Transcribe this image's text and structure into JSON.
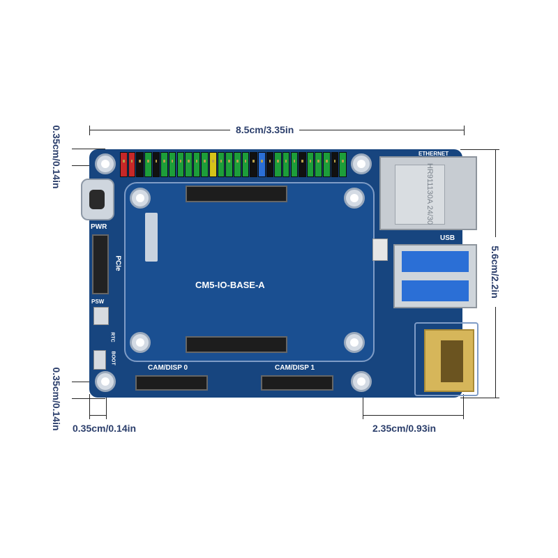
{
  "dimensions": {
    "width": "8.5cm/3.35in",
    "height": "5.6cm/2.2in",
    "top_hole_offset": "0.35cm/0.14in",
    "bottom_hole_offset": "0.35cm/0.14in",
    "left_hole_offset": "0.35cm/0.14in",
    "right_hole_offset": "2.35cm/0.93in"
  },
  "board": {
    "name": "CM5-IO-BASE-A",
    "labels": {
      "ethernet": "ETHERNET",
      "usb": "USB",
      "pwr": "PWR",
      "pcie": "PCIe",
      "psw": "PSW",
      "cam_disp_0": "CAM/DISP 0",
      "cam_disp_1": "CAM/DISP 1",
      "boot": "BOOT",
      "rtc": "RTC"
    },
    "ethernet_jack_text": "HR911130A 24/30",
    "colors": {
      "pcb": "#17457f",
      "header_green": "#1d9e3a",
      "header_red": "#c62828",
      "header_yellow": "#d4c21a",
      "header_blue": "#2b6fd6",
      "header_black": "#111111",
      "usb_blue": "#2b6fd6",
      "hdmi_gold": "#d6b65a",
      "dimension_text": "#2b3e6b"
    },
    "header_pins": [
      "red",
      "red",
      "black",
      "green",
      "black",
      "green",
      "green",
      "green",
      "green",
      "green",
      "green",
      "yellow",
      "green",
      "green",
      "green",
      "green",
      "black",
      "blue",
      "black",
      "green",
      "green",
      "green",
      "black",
      "green",
      "green",
      "green",
      "black",
      "green"
    ]
  }
}
